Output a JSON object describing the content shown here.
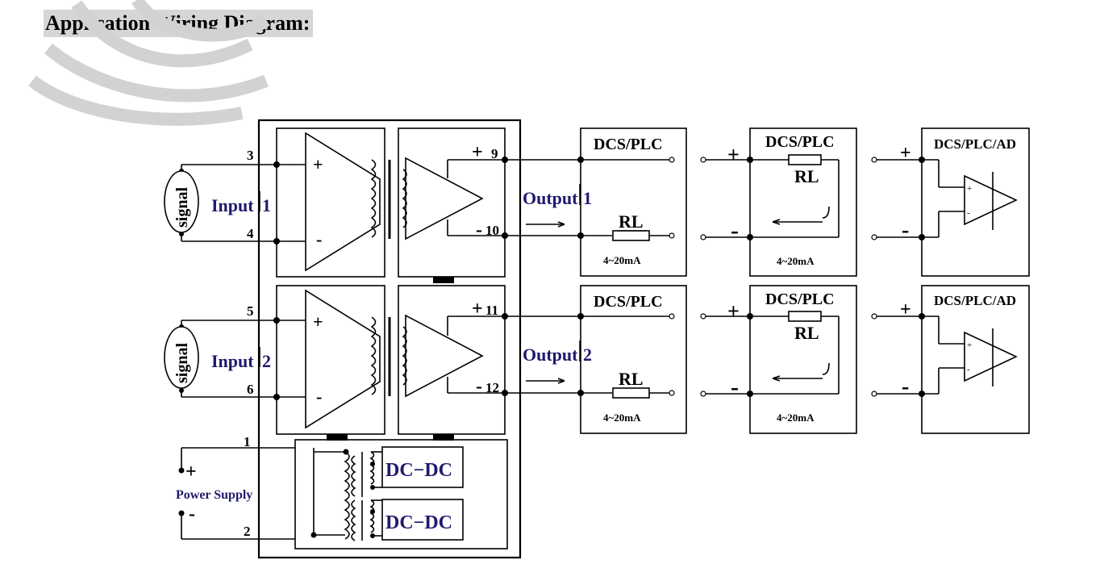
{
  "title": "Application Wiring Diagram:",
  "inputs": [
    {
      "label": "Input",
      "num": "1",
      "signal": "signal",
      "t_plus": "3",
      "t_minus": "4"
    },
    {
      "label": "Input",
      "num": "2",
      "signal": "signal",
      "t_plus": "5",
      "t_minus": "6"
    }
  ],
  "outputs": [
    {
      "label": "Output",
      "num": "1",
      "t_plus": "9",
      "t_minus": "10"
    },
    {
      "label": "Output",
      "num": "2",
      "t_plus": "11",
      "t_minus": "12"
    }
  ],
  "power": {
    "label": "Power Supply",
    "plus": "+",
    "minus": "-",
    "t_plus": "1",
    "t_minus": "2",
    "converter": "DC−DC"
  },
  "signs": {
    "plus": "+",
    "minus": "-"
  },
  "dcs_plc": {
    "title": "DCS/PLC",
    "rl": "RL",
    "current": "4~20mA"
  },
  "dcs_plc_ad": {
    "title": "DCS/PLC/AD",
    "plus": "+",
    "minus": "-"
  }
}
